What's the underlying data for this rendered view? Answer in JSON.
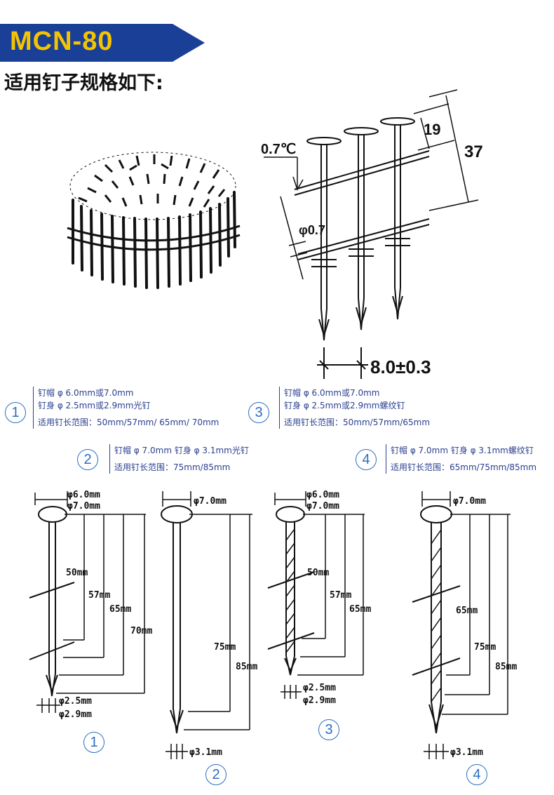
{
  "header": {
    "model": "MCN-80",
    "subtitle": "适用钉子规格如下:",
    "banner_color": "#1a3f96",
    "model_color": "#f5c400"
  },
  "top_diagram": {
    "angle_label": "0.7℃",
    "phi_label": "φ0.7",
    "dim_19": "19",
    "dim_37": "37",
    "pitch": "8.0±0.3"
  },
  "specs": [
    {
      "num": "1",
      "line1": "钉帽 φ 6.0mm或7.0mm",
      "line2": "钉身 φ 2.5mm或2.9mm光钉",
      "line3": "适用钉长范围：50mm/57mm/ 65mm/ 70mm"
    },
    {
      "num": "2",
      "line1": "钉帽 φ 7.0mm   钉身 φ 3.1mm光钉",
      "line2": "适用钉长范围：75mm/85mm"
    },
    {
      "num": "3",
      "line1": "钉帽 φ 6.0mm或7.0mm",
      "line2": "钉身 φ 2.5mm或2.9mm螺纹钉",
      "line3": "适用钉长范围：50mm/57mm/65mm"
    },
    {
      "num": "4",
      "line1": "钉帽 φ 7.0mm   钉身 φ 3.1mm螺纹钉",
      "line2": "适用钉长范围：65mm/75mm/85mm"
    }
  ],
  "nails": [
    {
      "num": "1",
      "head1": "φ6.0mm",
      "head2": "φ7.0mm",
      "lengths": [
        "50mm",
        "57mm",
        "65mm",
        "70mm"
      ],
      "shank1": "φ2.5mm",
      "shank2": "φ2.9mm"
    },
    {
      "num": "2",
      "head1": "φ7.0mm",
      "lengths": [
        "75mm",
        "85mm"
      ],
      "shank1": "φ3.1mm"
    },
    {
      "num": "3",
      "head1": "φ6.0mm",
      "head2": "φ7.0mm",
      "lengths": [
        "50mm",
        "57mm",
        "65mm"
      ],
      "shank1": "φ2.5mm",
      "shank2": "φ2.9mm"
    },
    {
      "num": "4",
      "head1": "φ7.0mm",
      "lengths": [
        "65mm",
        "75mm",
        "85mm"
      ],
      "shank1": "φ3.1mm"
    }
  ]
}
